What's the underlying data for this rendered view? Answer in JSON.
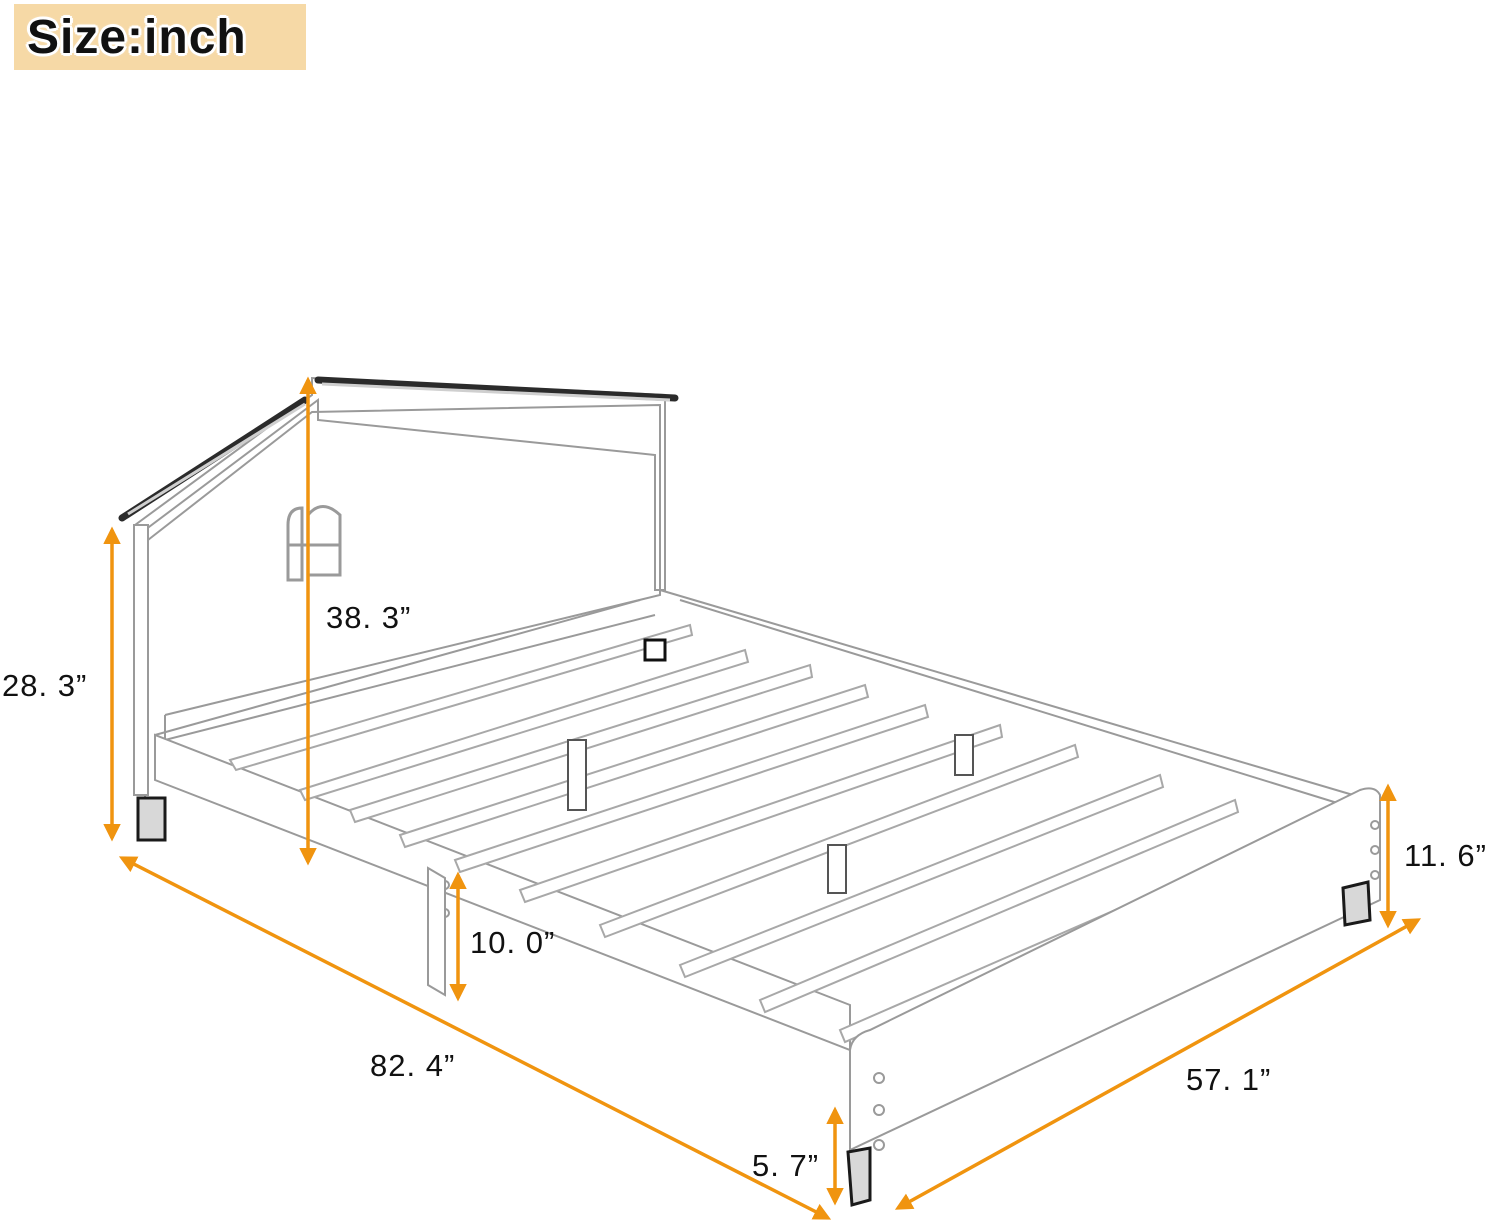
{
  "header": {
    "unit_label": "Size:inch"
  },
  "colors": {
    "arrow": "#f0940f",
    "badge": "#f6d9a6",
    "line": "#8a8a8a",
    "dark": "#2b2b2b",
    "text": "#111111"
  },
  "product": {
    "type": "house-shaped platform bed frame",
    "view": "isometric line drawing"
  },
  "dimensions": {
    "headboard_side_height": "28. 3”",
    "headboard_peak_height": "38. 3”",
    "side_rail_height": "10. 0”",
    "length": "82. 4”",
    "footboard_height": "11. 6”",
    "width": "57. 1”",
    "leg_clearance": "5. 7”"
  }
}
